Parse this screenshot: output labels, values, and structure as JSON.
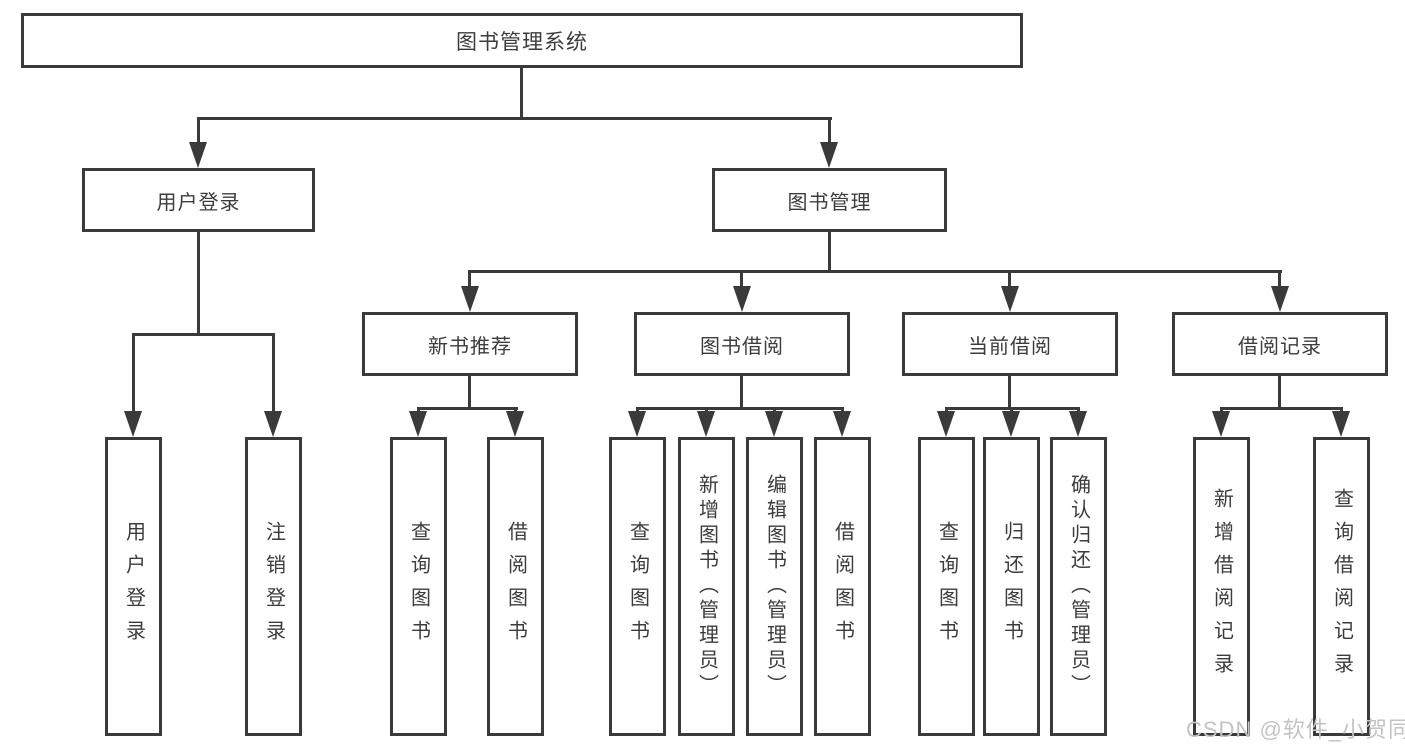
{
  "tree": {
    "label": "图书管理系统",
    "children": [
      {
        "label": "用户登录",
        "children": [
          {
            "label": "用户登录"
          },
          {
            "label": "注销登录"
          }
        ]
      },
      {
        "label": "图书管理",
        "children": [
          {
            "label": "新书推荐",
            "children": [
              {
                "label": "查询图书"
              },
              {
                "label": "借阅图书"
              }
            ]
          },
          {
            "label": "图书借阅",
            "children": [
              {
                "label": "查询图书"
              },
              {
                "label": "新增图书（管理员）"
              },
              {
                "label": "编辑图书（管理员）"
              },
              {
                "label": "借阅图书"
              }
            ]
          },
          {
            "label": "当前借阅",
            "children": [
              {
                "label": "查询图书"
              },
              {
                "label": "归还图书"
              },
              {
                "label": "确认归还（管理员）"
              }
            ]
          },
          {
            "label": "借阅记录",
            "children": [
              {
                "label": "新增借阅记录"
              },
              {
                "label": "查询借阅记录"
              }
            ]
          }
        ]
      }
    ]
  },
  "watermark": {
    "text": "CSDN @软件_小贺同学"
  },
  "colors": {
    "line": "#3a3a3a",
    "text": "#3c3c3c",
    "watermark": "#c3c3c3",
    "bg": "#ffffff"
  }
}
